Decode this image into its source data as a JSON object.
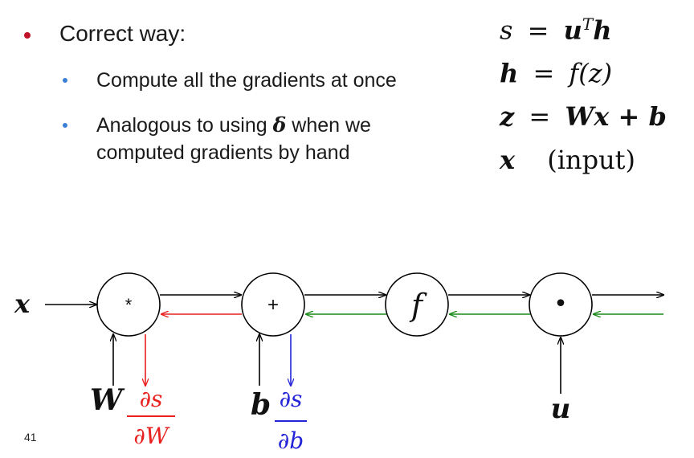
{
  "bullets": {
    "main": "Correct way:",
    "sub1": "Compute all the gradients at once",
    "sub2_line1_pre": "Analogous to using",
    "sub2_delta": "δ",
    "sub2_line1_post": "when we",
    "sub2_line2": "computed gradients by hand"
  },
  "equations": {
    "eq1_lhs": "s",
    "eq1_rhs_u": "u",
    "eq1_rhs_T": "T",
    "eq1_rhs_h": "h",
    "eq2_lhs": "h",
    "eq2_rhs": "f(z)",
    "eq3_lhs": "z",
    "eq3_rhs": "Wx + b",
    "eq4_lhs": "x",
    "eq4_rhs": "(input)",
    "equals": "="
  },
  "diagram": {
    "input_x": "x",
    "node_mul": "*",
    "node_add": "+",
    "node_f": "f",
    "node_dot": "•",
    "weight_W": "W",
    "bias_b": "b",
    "vector_u": "u",
    "grad_W_num": "∂s",
    "grad_W_den": "∂W",
    "grad_b_num": "∂s",
    "grad_b_den": "∂b",
    "colors": {
      "red": "#e8201f",
      "green": "#1a8a1a",
      "blue": "#2424d8",
      "bullet_red": "#c0142a",
      "bullet_blue": "#3a7fd5"
    }
  },
  "page_number": "41"
}
